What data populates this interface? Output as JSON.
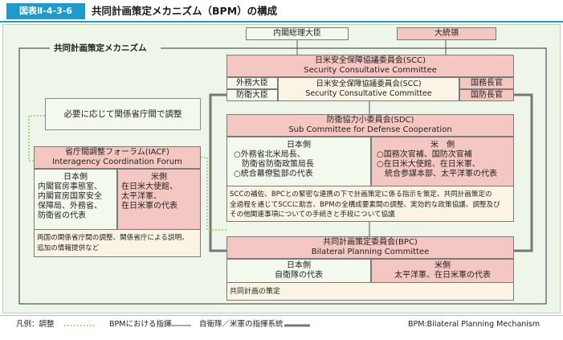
{
  "header": {
    "figure_label": "図表Ⅱ-4-3-6",
    "title": "共同計画策定メカニズム（BPM）の構成"
  },
  "top_boxes": {
    "cabinet": "内閣総理大臣",
    "president": "大統領"
  },
  "mechanism_label": "共同計画策定メカニズム",
  "scc": {
    "title_jp": "日米安全保障協議委員会(SCC)",
    "title_en": "Security Consultative Committee",
    "left_labels": [
      "外務大臣",
      "防衛大臣"
    ],
    "center_jp": "日米安全保障協議委員会(SCC)",
    "center_en": "Security Consultative Committee",
    "right_labels": [
      "国務長官",
      "国防長官"
    ]
  },
  "ministries_note": "必要に応じて関係省庁間で調整",
  "sdc": {
    "title_jp": "防衛協力小委員会(SDC)",
    "title_en": "Sub Committee for Defense Cooperation",
    "jp_side": {
      "heading": "日本側",
      "lines": [
        "○外務省北米局長、",
        "防衛省防衛政策局長",
        "○統合幕僚監部の代表"
      ]
    },
    "us_side": {
      "heading": "米　側",
      "lines": [
        "○国務次官補、国防次官補",
        "○在日米大使館、在日米軍、",
        "統合参謀本部、太平洋軍の代表"
      ]
    },
    "note_lines": [
      "SCCの補佐、BPCとの緊密な連携の下で計画策定に係る指示を策定、共同計画策定の",
      "全過程を通じてSCCに助言、BPMの全構成要素間の調整、実効的な政策協議、調整及び",
      "その他関連事項についての手続きと手段について協議"
    ]
  },
  "iacf": {
    "title_jp": "省庁間調整フォーラム(IACF)",
    "title_en": "Interagency Coordination Forum",
    "jp_side": {
      "heading": "日本側",
      "lines": [
        "内閣官房事態室、",
        "内閣官房国家安全",
        "保障局、外務省、",
        "防衛省の代表"
      ]
    },
    "us_side": {
      "heading": "米側",
      "lines": [
        "在日米大使館、",
        "太平洋軍、",
        "在日米軍の代表"
      ]
    },
    "note_lines": [
      "両国の関係省庁間の調整、関係省庁による説明、",
      "追加の情報提供など"
    ]
  },
  "bpc": {
    "title_jp": "共同計画策定委員会(BPC)",
    "title_en": "Bilateral Planning Committee",
    "jp_side": {
      "heading": "日本側",
      "lines": [
        "自衛隊の代表"
      ]
    },
    "us_side": {
      "heading": "米側",
      "lines": [
        "太平洋軍、在日米軍の代表"
      ]
    },
    "note": "共同計画の策定"
  },
  "legend": {
    "coordination": "凡例：調整",
    "bpm_command": "BPMにおける指揮",
    "chain_of_command": "自衛隊／米軍の指揮系統",
    "abbreviation": "BPM:Bilateral Planning Mechanism"
  }
}
